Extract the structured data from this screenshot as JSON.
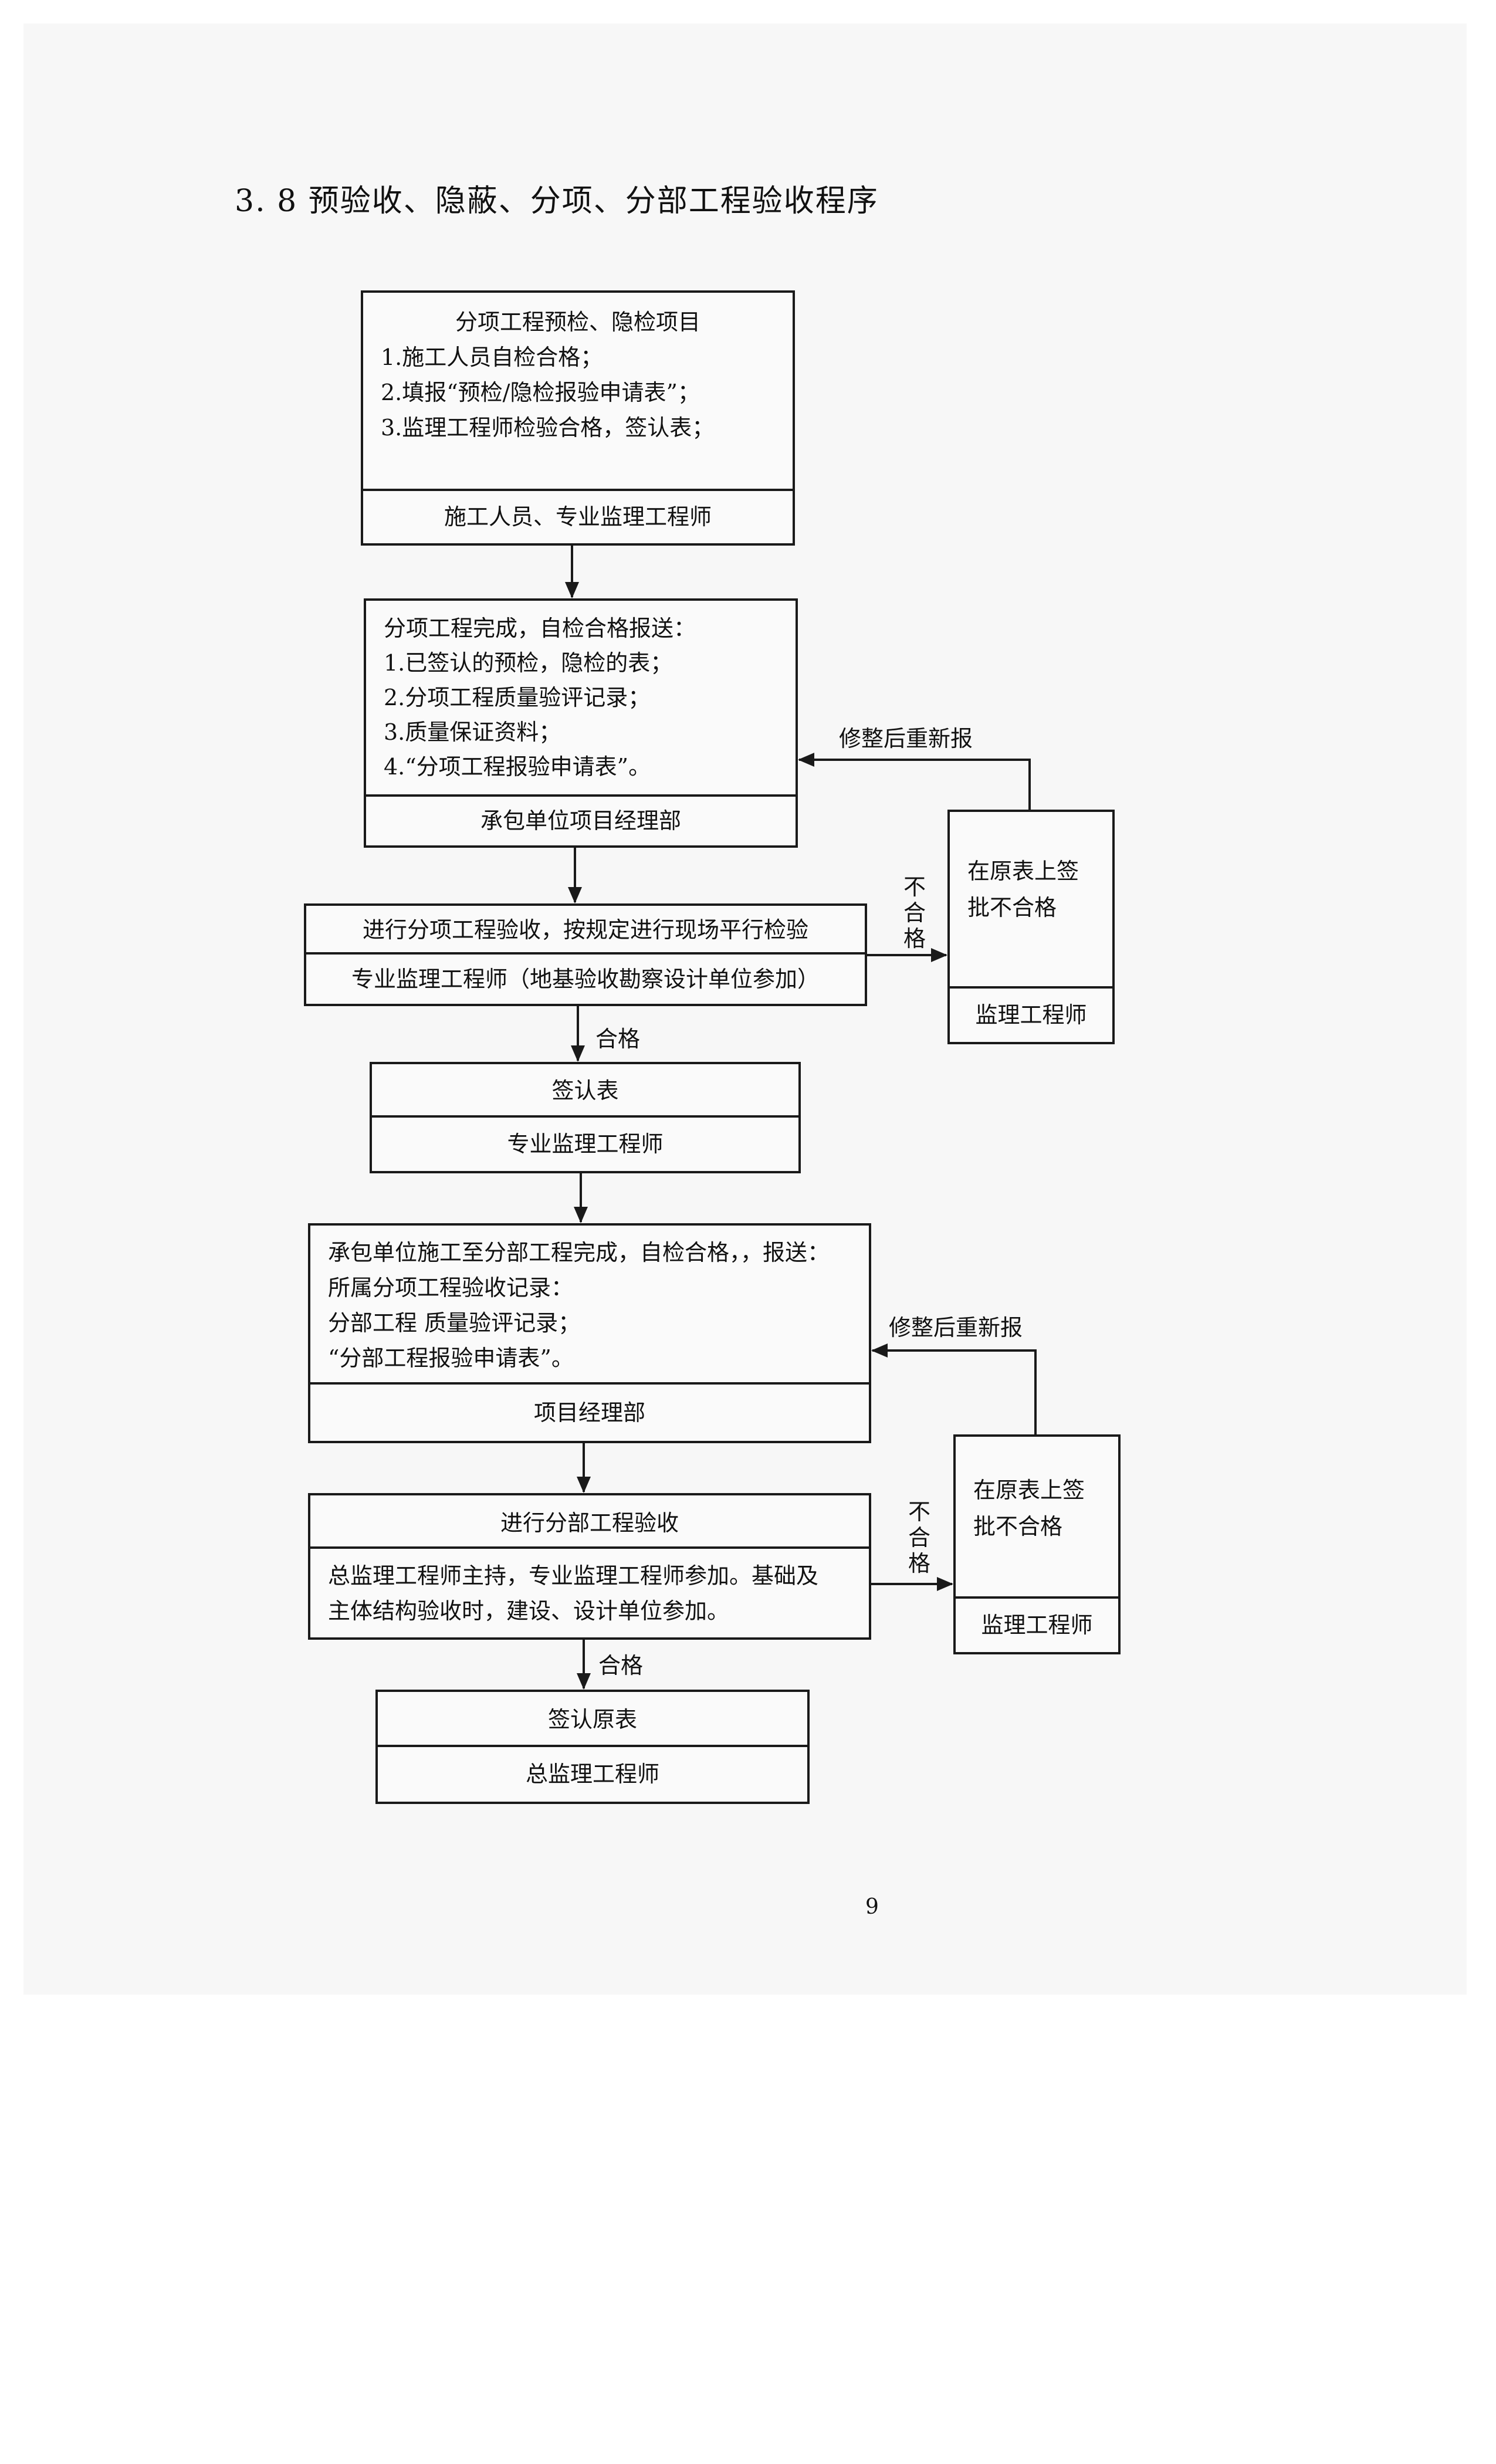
{
  "section_title": "3. 8 预验收、隐蔽、分项、分部工程验收程序",
  "boxes": {
    "b1": {
      "lines": [
        "分项工程预检、隐检项目",
        "1.施工人员自检合格；",
        "2.填报“预检/隐检报验申请表”；",
        "3.监理工程师检验合格，签认表；"
      ],
      "footer": "施工人员、专业监理工程师"
    },
    "b2": {
      "lines": [
        "分项工程完成，自检合格报送：",
        "1.已签认的预检，隐检的表；",
        "2.分项工程质量验评记录；",
        "3.质量保证资料；",
        "4.“分项工程报验申请表”。"
      ],
      "footer": "承包单位项目经理部"
    },
    "b3": {
      "lines": [
        "进行分项工程验收，按规定进行现场平行检验"
      ],
      "footer": "专业监理工程师（地基验收勘察设计单位参加）"
    },
    "b4": {
      "lines": [
        "签认表"
      ],
      "footer": "专业监理工程师"
    },
    "b5": {
      "lines": [
        "承包单位施工至分部工程完成，自检合格，，报送：",
        "所属分项工程验收记录：",
        "分部工程  质量验评记录；",
        "“分部工程报验申请表”。"
      ],
      "footer": "项目经理部"
    },
    "b6": {
      "lines": [
        "进行分部工程验收"
      ],
      "footer": "总监理工程师主持，专业监理工程师参加。基础及",
      "footer2": "主体结构验收时，建设、设计单位参加。"
    },
    "b7": {
      "lines": [
        "签认原表"
      ],
      "footer": "总监理工程师"
    },
    "r1": {
      "lines": [
        "在原表上签",
        "批不合格"
      ],
      "footer": "监理工程师"
    },
    "r2": {
      "lines": [
        "在原表上签",
        "批不合格"
      ],
      "footer": "监理工程师"
    }
  },
  "labels": {
    "resubmit_1": "修整后重新报",
    "resubmit_2": "修整后重新报",
    "fail_1": [
      "不",
      "合",
      "格"
    ],
    "fail_2": [
      "不",
      "合",
      "格"
    ],
    "pass_1": "合格",
    "pass_2": "合格"
  },
  "page_number": "9"
}
